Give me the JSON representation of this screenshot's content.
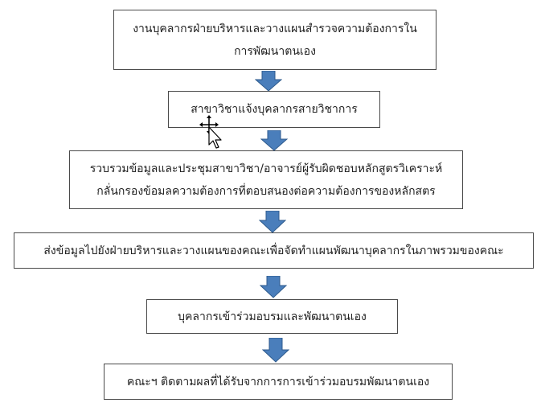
{
  "flowchart": {
    "steps": [
      {
        "lines": [
          "งานบุคลากรฝ่ายบริหารและวางแผนสำรวจความต้องการใน",
          "การพัฒนาตนเอง"
        ]
      },
      {
        "lines": [
          "สาขาวิชาแจ้งบุคลากรสายวิชาการ"
        ]
      },
      {
        "lines": [
          "รวบรวมข้อมูลและประชุมสาขาวิชา/อาจารย์ผู้รับผิดชอบหลักสูตรวิเคราะห์",
          "กลั่นกรองข้อมลความต้องการที่ตอบสนองต่อความต้องการของหลักสตร"
        ]
      },
      {
        "lines": [
          "ส่งข้อมูลไปยังฝ่ายบริหารและวางแผนของคณะเพื่อจัดทำแผนพัฒนาบุคลากรในภาพรวมของคณะ"
        ]
      },
      {
        "lines": [
          "บุคลากรเข้าร่วมอบรมและพัฒนาตนเอง"
        ]
      },
      {
        "lines": [
          "คณะฯ ติดตามผลที่ได้รับจากการการเข้าร่วมอบรมพัฒนาตนเอง"
        ]
      }
    ],
    "arrow_color": "#4a7ebb",
    "arrow_stroke": "#2e5a8c",
    "connector": "down-arrow-icon"
  },
  "cursor": {
    "icon": "move-cursor-icon"
  }
}
